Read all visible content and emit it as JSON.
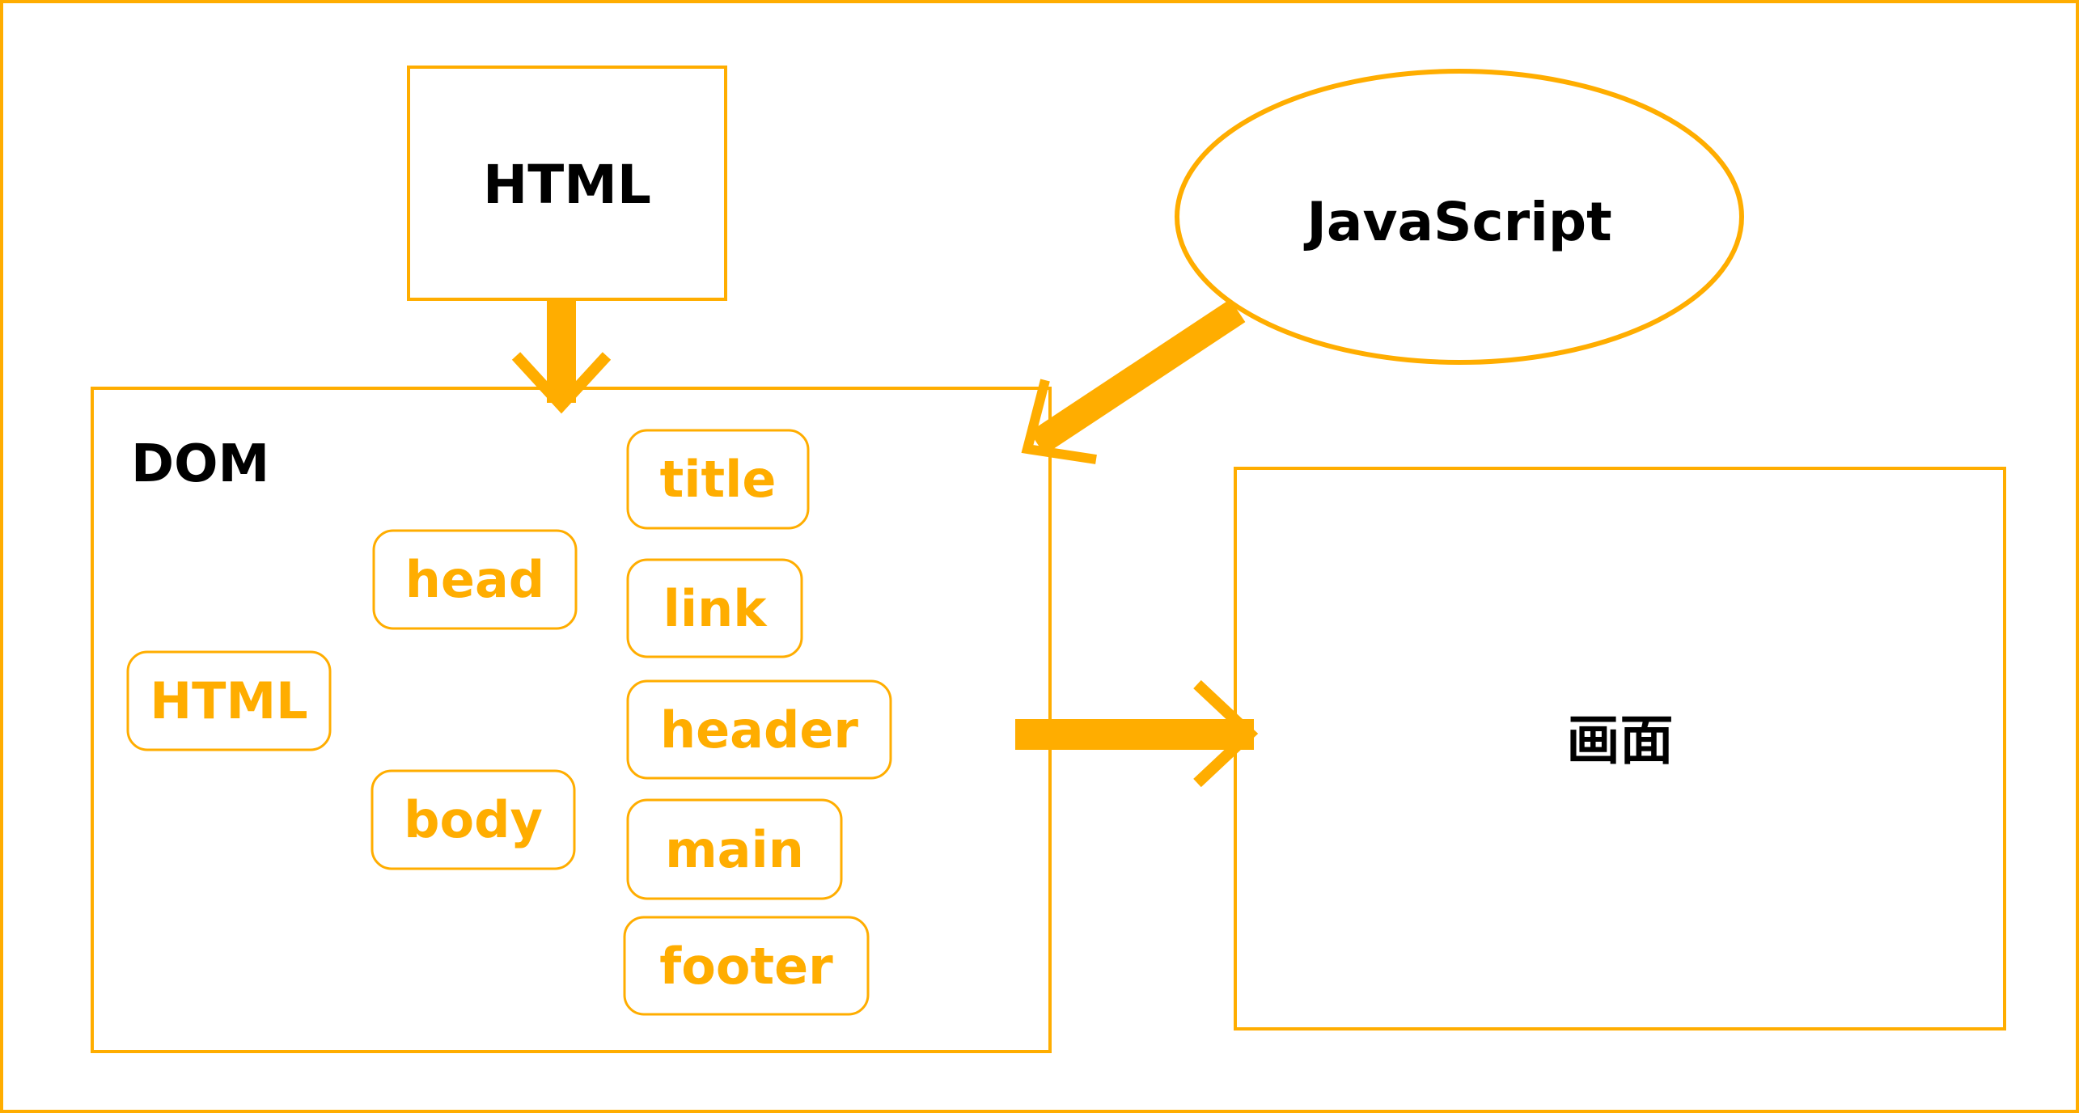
{
  "colors": {
    "accent": "#FFAD00",
    "text": "#000000",
    "background": "#FFFFFF"
  },
  "html_box": {
    "label": "HTML"
  },
  "javascript_ellipse": {
    "label": "JavaScript"
  },
  "dom_box": {
    "label": "DOM",
    "nodes": {
      "root": "HTML",
      "head": "head",
      "body": "body",
      "title": "title",
      "link": "link",
      "header": "header",
      "main": "main",
      "footer": "footer"
    }
  },
  "screen_box": {
    "label": "画面"
  }
}
